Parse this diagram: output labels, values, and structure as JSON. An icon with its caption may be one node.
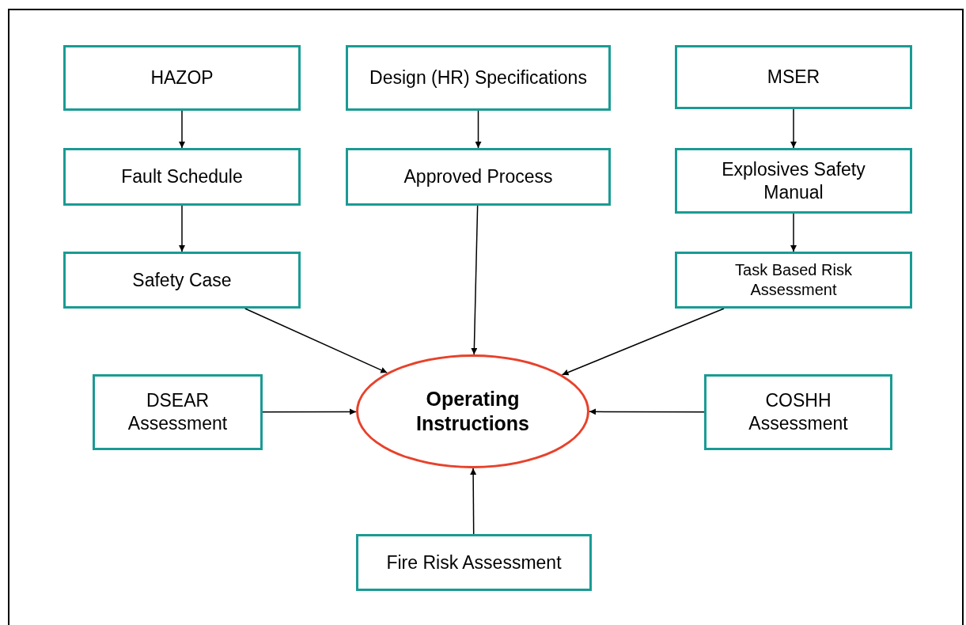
{
  "diagram": {
    "nodes": [
      {
        "text": [
          "HAZOP"
        ]
      },
      {
        "text": [
          "Design (HR) Specifications"
        ]
      },
      {
        "text": [
          "MSER"
        ]
      },
      {
        "text": [
          "Fault Schedule"
        ]
      },
      {
        "text": [
          "Approved Process"
        ]
      },
      {
        "text": [
          "Explosives Safety Manual"
        ]
      },
      {
        "text": [
          "Safety Case"
        ]
      },
      {
        "text": [
          "Task Based Risk Assessment"
        ]
      },
      {
        "text": [
          "Operating Instructions"
        ]
      },
      {
        "text": [
          "DSEAR Assessment"
        ]
      },
      {
        "text": [
          "COSHH Assessment"
        ]
      },
      {
        "text": [
          "Fire Risk Assessment"
        ]
      }
    ],
    "edges": [
      {
        "from": 0,
        "to": 3,
        "arrow": "to"
      },
      {
        "from": 3,
        "to": 6,
        "arrow": "to"
      },
      {
        "from": 1,
        "to": 4,
        "arrow": "to"
      },
      {
        "from": 4,
        "to": 8,
        "arrow": "to"
      },
      {
        "from": 2,
        "to": 5,
        "arrow": "to"
      },
      {
        "from": 5,
        "to": 7,
        "arrow": "to"
      },
      {
        "from": 6,
        "to": 8,
        "arrow": "to"
      },
      {
        "from": 7,
        "to": 8,
        "arrow": "to"
      },
      {
        "from": 9,
        "to": 8,
        "arrow": "to"
      },
      {
        "from": 10,
        "to": 8,
        "arrow": "to"
      },
      {
        "from": 11,
        "to": 8,
        "arrow": "to"
      }
    ]
  }
}
